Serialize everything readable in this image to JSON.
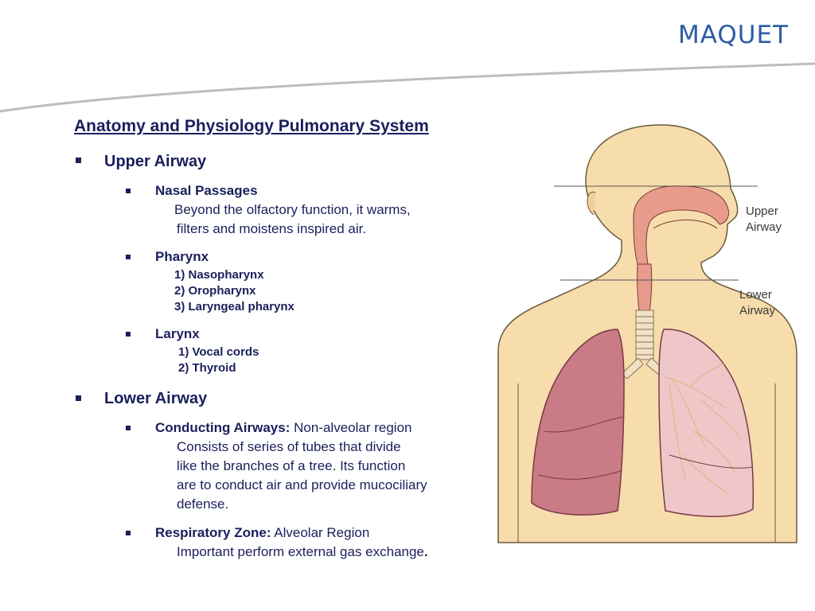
{
  "brand": {
    "logo": "MAQUET"
  },
  "slide": {
    "title": "Anatomy and Physiology Pulmonary System",
    "upper_airway": {
      "heading": "Upper Airway",
      "nasal": {
        "heading": "Nasal Passages",
        "line1": "Beyond the olfactory function, it warms,",
        "line2": "filters and moistens inspired air."
      },
      "pharynx": {
        "heading": "Pharynx",
        "items": [
          "1) Nasopharynx",
          "2) Oropharynx",
          "3) Laryngeal pharynx"
        ]
      },
      "larynx": {
        "heading": "Larynx",
        "items": [
          "1) Vocal cords",
          "2) Thyroid"
        ]
      }
    },
    "lower_airway": {
      "heading": "Lower Airway",
      "conducting": {
        "heading": "Conducting Airways",
        "colon": ":",
        "suffix": " Non-alveolar region",
        "lines": [
          "Consists of series of tubes that divide",
          "like the branches of a tree. Its function",
          "are to conduct air and provide mucociliary",
          "defense."
        ]
      },
      "respiratory": {
        "heading": "Respiratory  Zone",
        "colon": ":",
        "suffix": " Alveolar Region",
        "line": "Important perform external gas exchange",
        "period": "."
      }
    }
  },
  "diagram": {
    "label_upper_1": "Upper",
    "label_upper_2": "Airway",
    "label_lower_1": "Lower",
    "label_lower_2": "Airway"
  },
  "colors": {
    "text": "#1a1f5c",
    "logo": "#2d5ca4",
    "skin": "#f7dcac",
    "skin_outline": "#6b5a3a",
    "lung": "#d9a3a8",
    "lung_dark": "#b9707c",
    "airway": "#e89b8c"
  }
}
